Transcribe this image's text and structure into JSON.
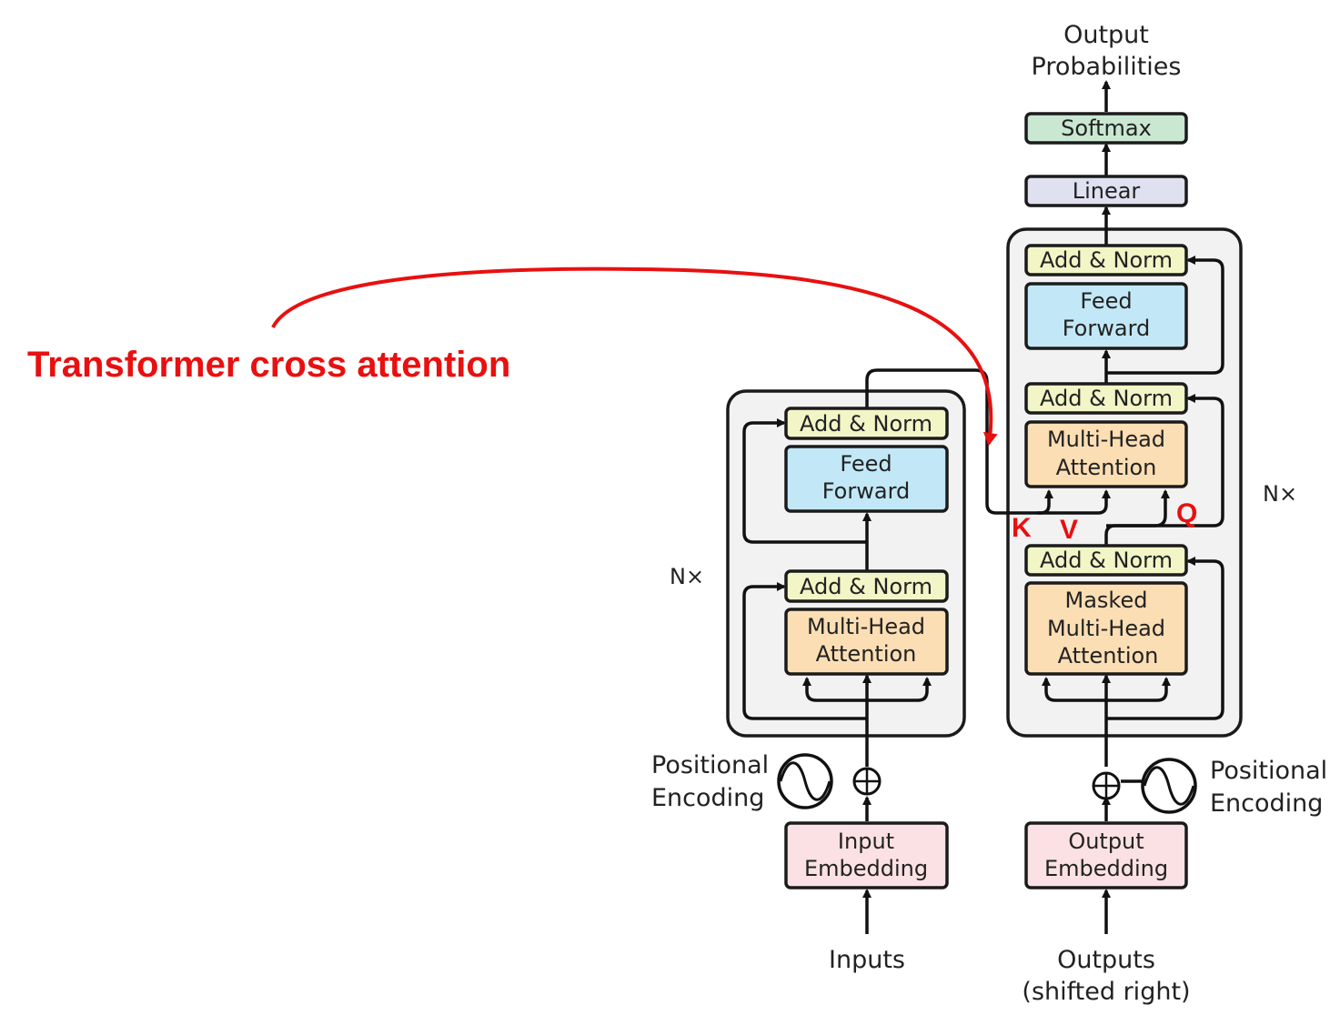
{
  "annotation": {
    "title": "Transformer cross attention",
    "k": "K",
    "v": "V",
    "q": "Q",
    "color": "#e81010"
  },
  "encoder": {
    "repeat": "N×",
    "add_norm_top": "Add & Norm",
    "feed_forward": [
      "Feed",
      "Forward"
    ],
    "add_norm_bottom": "Add & Norm",
    "attention": [
      "Multi-Head",
      "Attention"
    ],
    "positional_encoding": [
      "Positional",
      "Encoding"
    ],
    "embedding": [
      "Input",
      "Embedding"
    ],
    "input_label": "Inputs"
  },
  "decoder": {
    "repeat": "N×",
    "output_label": [
      "Output",
      "Probabilities"
    ],
    "softmax": "Softmax",
    "linear": "Linear",
    "add_norm_top": "Add & Norm",
    "feed_forward": [
      "Feed",
      "Forward"
    ],
    "add_norm_mid": "Add & Norm",
    "cross_attention": [
      "Multi-Head",
      "Attention"
    ],
    "add_norm_bottom": "Add & Norm",
    "masked_attention": [
      "Masked",
      "Multi-Head",
      "Attention"
    ],
    "positional_encoding": [
      "Positional",
      "Encoding"
    ],
    "embedding": [
      "Output",
      "Embedding"
    ],
    "input_label": [
      "Outputs",
      "(shifted right)"
    ]
  },
  "colors": {
    "add_norm": "#f2f5c6",
    "feed_forward": "#c2e8f7",
    "attention": "#fcdeb4",
    "embedding": "#fbe1e3",
    "softmax": "#c9e7d1",
    "linear": "#dfe0f0",
    "stack_bg": "#f2f2f2"
  }
}
